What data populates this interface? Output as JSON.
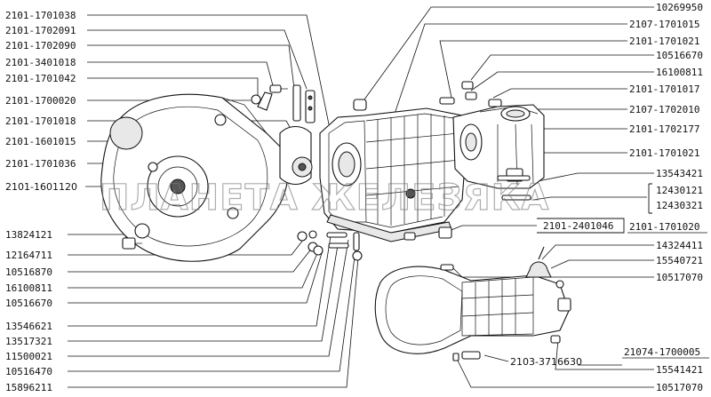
{
  "labels_left": [
    "2101-1701038",
    "2101-1702091",
    "2101-1702090",
    "2101-3401018",
    "2101-1701042",
    "2101-1700020",
    "2101-1701018",
    "2101-1601015",
    "2101-1701036",
    "2101-1601120",
    "13824121",
    "12164711",
    "10516870",
    "16100811",
    "10516670",
    "13546621",
    "13517321",
    "11500021",
    "10516470",
    "15896211"
  ],
  "labels_right": [
    "10269950",
    "2107-1701015",
    "2101-1701021",
    "10516670",
    "16100811",
    "2101-1701017",
    "2107-1702010",
    "2101-1702177",
    "2101-1701021",
    "13543421",
    "12430121",
    "12430321"
  ],
  "label_mid": "2101-2401046",
  "label_right_underlined": "2101-1701020",
  "labels_bottom_right": [
    "14324411",
    "15540721",
    "10517070",
    "21074-1700005",
    "15541421",
    "10517070"
  ],
  "label_bottom_center": "2103-3716630",
  "watermark": "ПЛАНЕТА ЖЕЛЕЗЯКА"
}
